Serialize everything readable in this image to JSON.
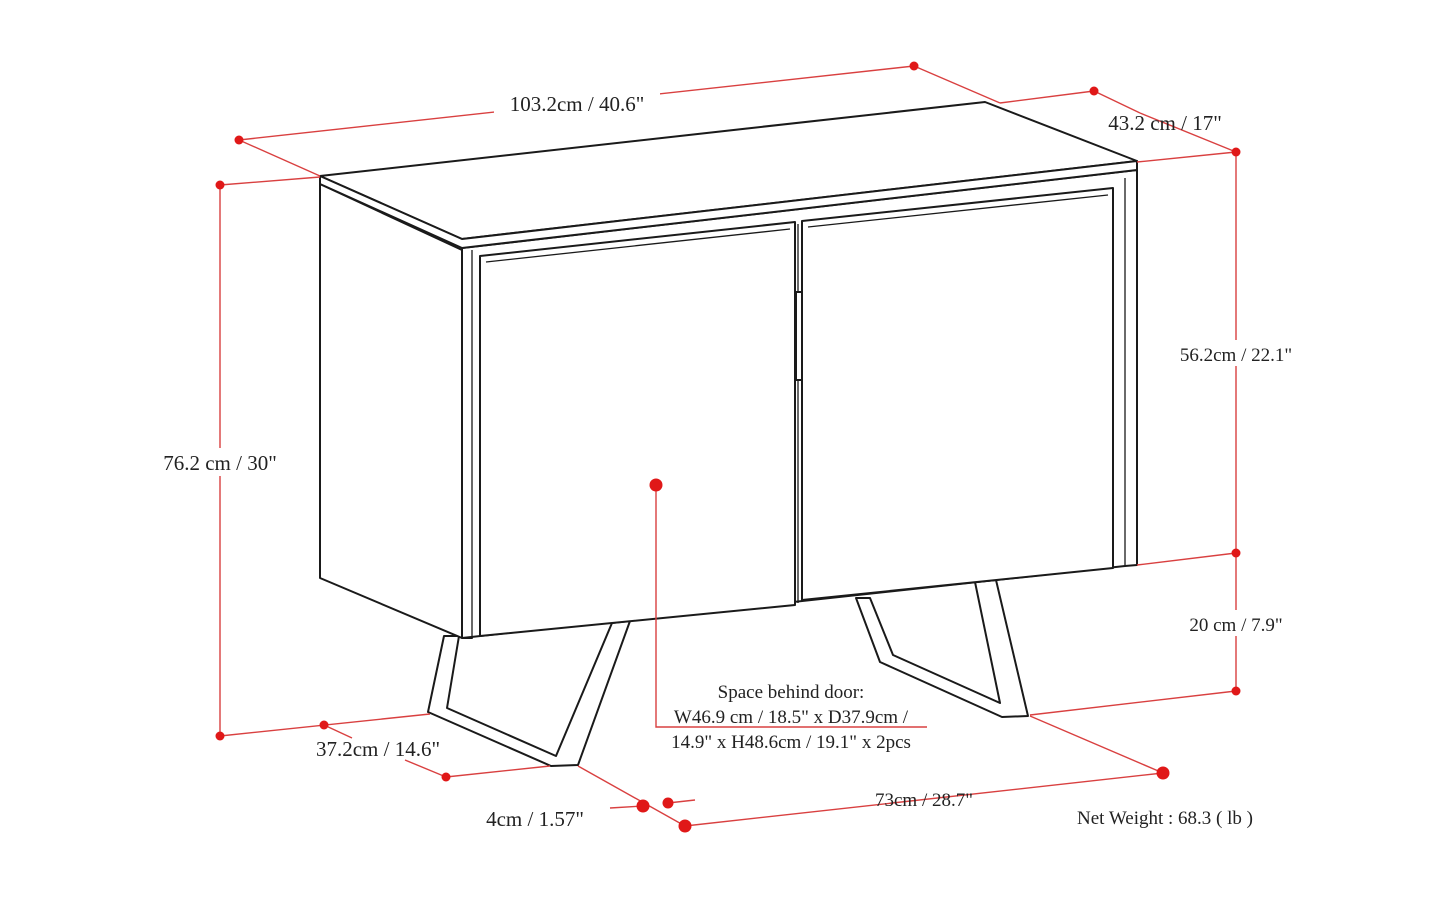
{
  "dimensions": {
    "width": "103.2cm / 40.6\"",
    "depth": "43.2 cm / 17\"",
    "total_height": "76.2 cm / 30\"",
    "body_height": "56.2cm / 22.1\"",
    "leg_height": "20 cm / 7.9\"",
    "leg_depth": "37.2cm / 14.6\"",
    "leg_thickness": "4cm / 1.57\"",
    "leg_span": "73cm / 28.7\""
  },
  "interior": {
    "title": "Space behind door:",
    "line1": "W46.9 cm / 18.5\" x D37.9cm /",
    "line2": "14.9\" x H48.6cm / 19.1\" x 2pcs"
  },
  "net_weight": "Net Weight : 68.3 ( lb )",
  "colors": {
    "dimension": "#d94040",
    "dot": "#e01818",
    "outline": "#1a1a1a"
  }
}
